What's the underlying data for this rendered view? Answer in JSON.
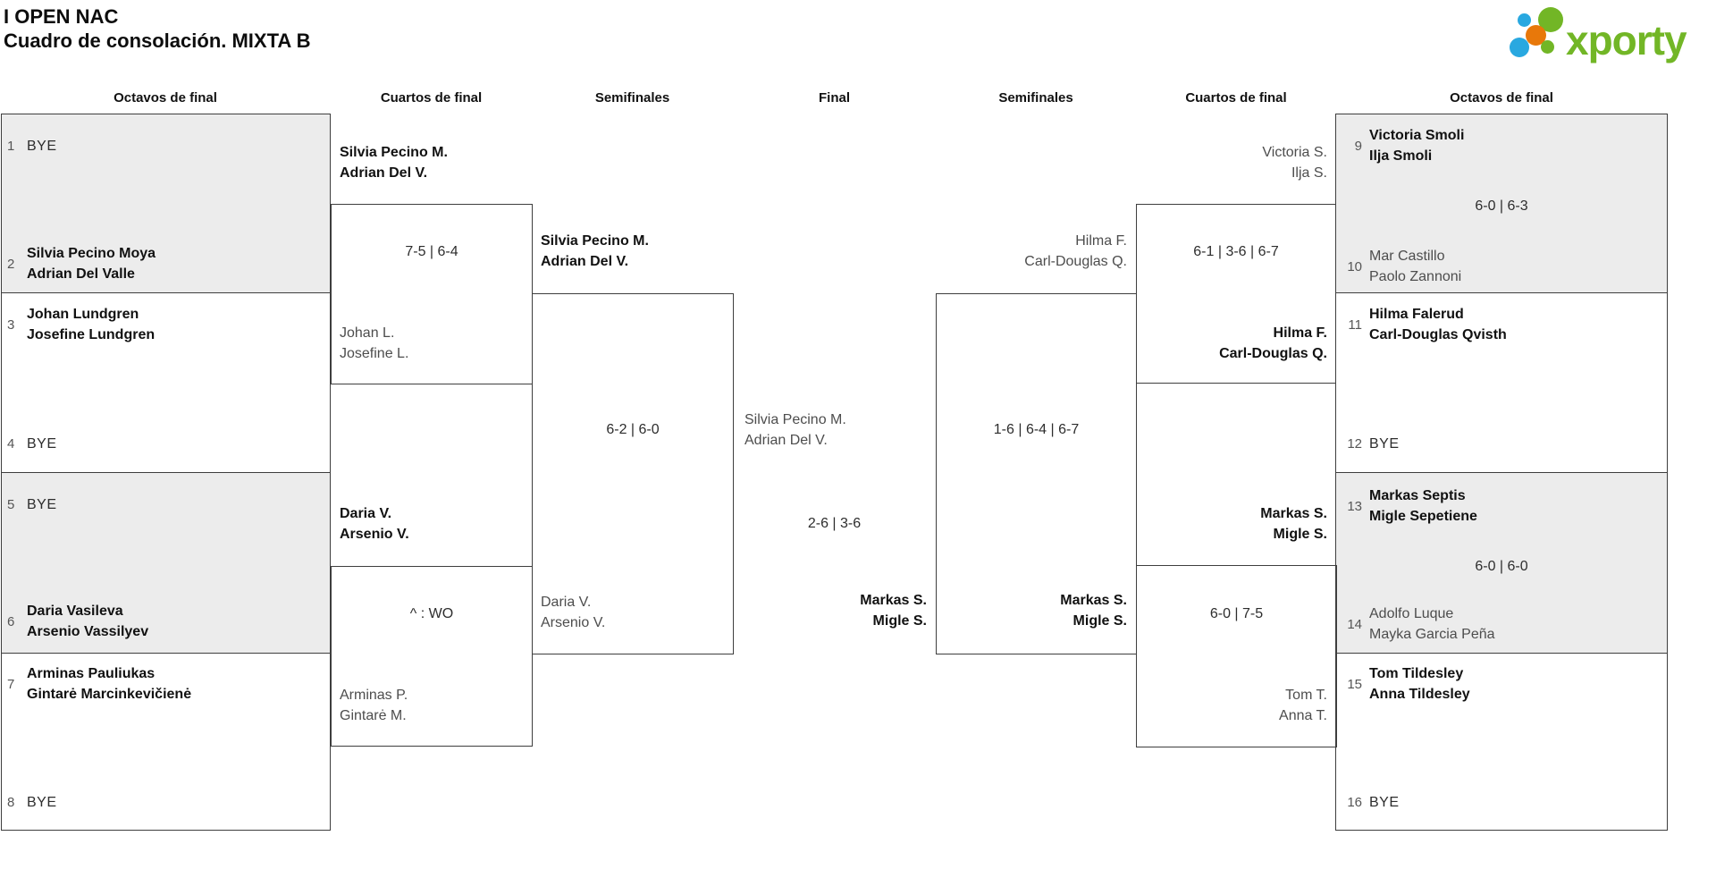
{
  "header": {
    "title_line1": "I OPEN NAC",
    "title_line2": "Cuadro de consolación. MIXTA B",
    "logo_text": "xporty"
  },
  "round_labels": {
    "octavos_left": "Octavos de final",
    "cuartos_left": "Cuartos de final",
    "semis_left": "Semifinales",
    "final": "Final",
    "semis_right": "Semifinales",
    "cuartos_right": "Cuartos de final",
    "octavos_right": "Octavos de final"
  },
  "octavos_left": {
    "seed1": {
      "seed": "1",
      "name1": "BYE"
    },
    "seed2": {
      "seed": "2",
      "name1": "Silvia Pecino Moya",
      "name2": "Adrian Del Valle"
    },
    "seed3": {
      "seed": "3",
      "name1": "Johan Lundgren",
      "name2": "Josefine Lundgren"
    },
    "seed4": {
      "seed": "4",
      "name1": "BYE"
    },
    "seed5": {
      "seed": "5",
      "name1": "BYE"
    },
    "seed6": {
      "seed": "6",
      "name1": "Daria Vasileva",
      "name2": "Arsenio Vassilyev"
    },
    "seed7": {
      "seed": "7",
      "name1": "Arminas Pauliukas",
      "name2": "Gintarė Marcinkevičienė"
    },
    "seed8": {
      "seed": "8",
      "name1": "BYE"
    }
  },
  "octavos_right": {
    "seed9": {
      "seed": "9",
      "name1": "Victoria Smoli",
      "name2": "Ilja Smoli"
    },
    "score_9_10": "6-0 | 6-3",
    "seed10": {
      "seed": "10",
      "name1": "Mar Castillo",
      "name2": "Paolo Zannoni"
    },
    "seed11": {
      "seed": "11",
      "name1": "Hilma Falerud",
      "name2": "Carl-Douglas Qvisth"
    },
    "seed12": {
      "seed": "12",
      "name1": "BYE"
    },
    "seed13": {
      "seed": "13",
      "name1": "Markas Septis",
      "name2": "Migle Sepetiene"
    },
    "score_13_14": "6-0 | 6-0",
    "seed14": {
      "seed": "14",
      "name1": "Adolfo Luque",
      "name2": "Mayka Garcia Peña"
    },
    "seed15": {
      "seed": "15",
      "name1": "Tom Tildesley",
      "name2": "Anna Tildesley"
    },
    "seed16": {
      "seed": "16",
      "name1": "BYE"
    }
  },
  "cuartos_left": {
    "match1": {
      "team_top1": "Silvia Pecino M.",
      "team_top2": "Adrian Del V.",
      "score": "7-5 | 6-4",
      "team_bottom1": "Johan L.",
      "team_bottom2": "Josefine L."
    },
    "match2": {
      "team_top1": "Daria V.",
      "team_top2": "Arsenio V.",
      "score": "^ : WO",
      "team_bottom1": "Arminas P.",
      "team_bottom2": "Gintarė M."
    }
  },
  "semis_left": {
    "team_top1": "Silvia Pecino M.",
    "team_top2": "Adrian Del V.",
    "score": "6-2 | 6-0",
    "team_bottom1": "Daria V.",
    "team_bottom2": "Arsenio V."
  },
  "final": {
    "team_top1": "Silvia Pecino M.",
    "team_top2": "Adrian Del V.",
    "score": "2-6 | 3-6",
    "team_bottom1": "Markas S.",
    "team_bottom2": "Migle S."
  },
  "semis_right": {
    "team_top1": "Hilma F.",
    "team_top2": "Carl-Douglas Q.",
    "score": "1-6 | 6-4 | 6-7",
    "team_bottom1": "Markas S.",
    "team_bottom2": "Migle S."
  },
  "cuartos_right": {
    "match1": {
      "team_top1": "Victoria S.",
      "team_top2": "Ilja S.",
      "score": "6-1 | 3-6 | 6-7",
      "team_bottom1": "Hilma F.",
      "team_bottom2": "Carl-Douglas Q."
    },
    "match2": {
      "team_top1": "Markas S.",
      "team_top2": "Migle S.",
      "score": "6-0 | 7-5",
      "team_bottom1": "Tom T.",
      "team_bottom2": "Anna T."
    }
  },
  "colors": {
    "logo_green": "#72b626",
    "logo_blue": "#29a8e0",
    "logo_orange": "#e8780a",
    "block_gray": "#ececec",
    "border": "#3e3e3e",
    "winner_text": "#111111",
    "loser_text": "#4d4d4d"
  }
}
